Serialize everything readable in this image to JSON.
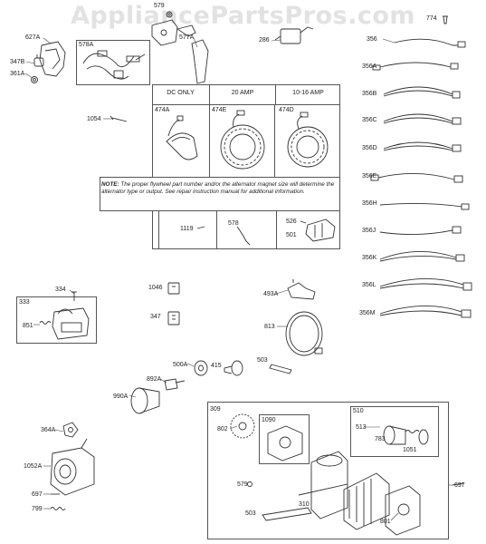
{
  "watermark": "AppliancePartsPros.com",
  "table": {
    "headers": [
      "DC ONLY",
      "20 AMP",
      "10-16 AMP"
    ],
    "codes": [
      "474A",
      "474E",
      "474D"
    ],
    "note_label": "NOTE:",
    "note_text": "The proper flywheel part number and/or the alternator magnet size will determine the alternator type or output. See repair instruction manual for additional information."
  },
  "part_labels": {
    "p579": "579",
    "p577A": "577A",
    "p578A": "578A",
    "p627A": "627A",
    "p347B": "347B",
    "p361A": "361A",
    "p286": "286",
    "p774": "774",
    "p356": "356",
    "p356A": "356A",
    "p356B": "356B",
    "p356C": "356C",
    "p356D": "356D",
    "p356E": "356E",
    "p356H": "356H",
    "p356J": "356J",
    "p356K": "356K",
    "p356L": "356L",
    "p356M": "356M",
    "p1054": "1054",
    "p1119": "1119",
    "p578": "578",
    "p526": "526",
    "p501": "501",
    "p334": "334",
    "p333": "333",
    "p851": "851",
    "p1046": "1046",
    "p347": "347",
    "p493A": "493A",
    "p813": "813",
    "p500A": "500A",
    "p415": "415",
    "p503": "503",
    "p892A": "892A",
    "p990A": "990A",
    "p364A": "364A",
    "p1052A": "1052A",
    "p697": "697",
    "p799": "799",
    "p309": "309",
    "p802": "802",
    "p1090": "1090",
    "p510": "510",
    "p513": "513",
    "p783": "783",
    "p1051": "1051",
    "p579b": "579",
    "p310": "310",
    "p503b": "503",
    "p801": "801",
    "p697b": "697"
  }
}
